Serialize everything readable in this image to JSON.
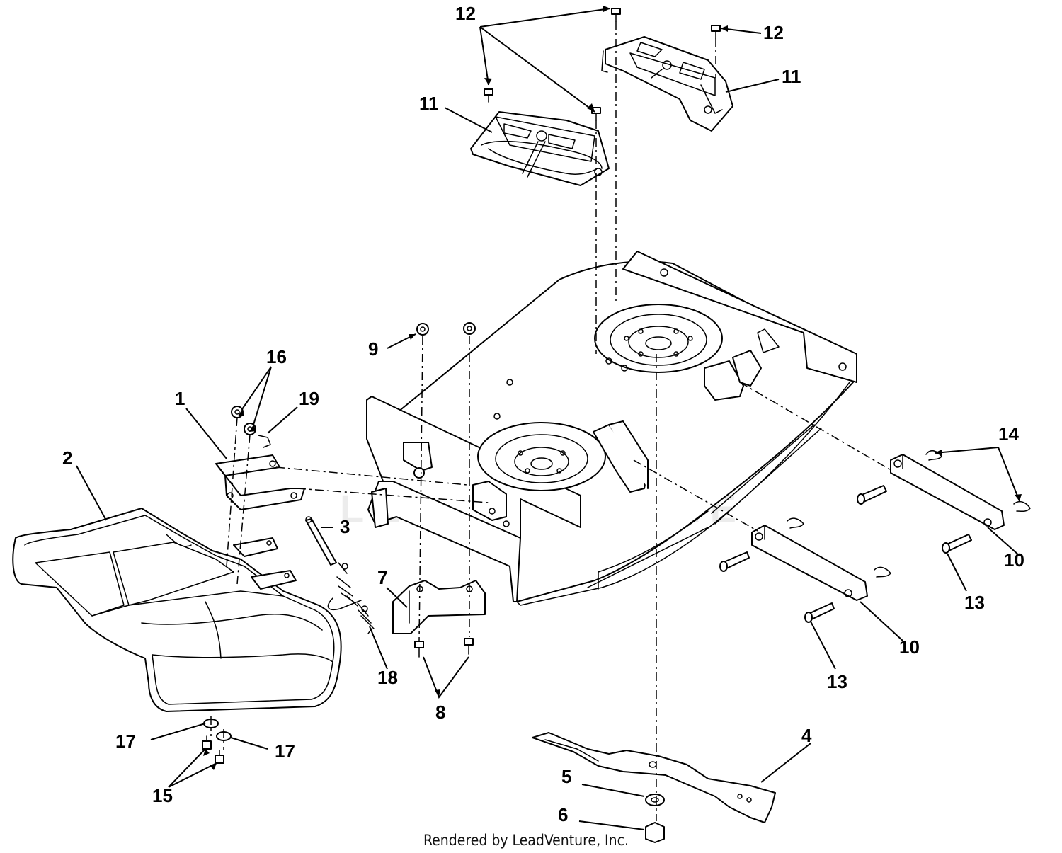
{
  "diagram": {
    "credit": "Rendered by LeadVenture, Inc.",
    "watermark": "LEADVENTURE",
    "callouts": {
      "c1": "1",
      "c2": "2",
      "c3": "3",
      "c4": "4",
      "c5": "5",
      "c6": "6",
      "c7": "7",
      "c8": "8",
      "c9": "9",
      "c10a": "10",
      "c10b": "10",
      "c11a": "11",
      "c11b": "11",
      "c12a": "12",
      "c12b": "12",
      "c13a": "13",
      "c13b": "13",
      "c14": "14",
      "c15": "15",
      "c16": "16",
      "c17a": "17",
      "c17b": "17",
      "c18": "18",
      "c19": "19"
    }
  }
}
